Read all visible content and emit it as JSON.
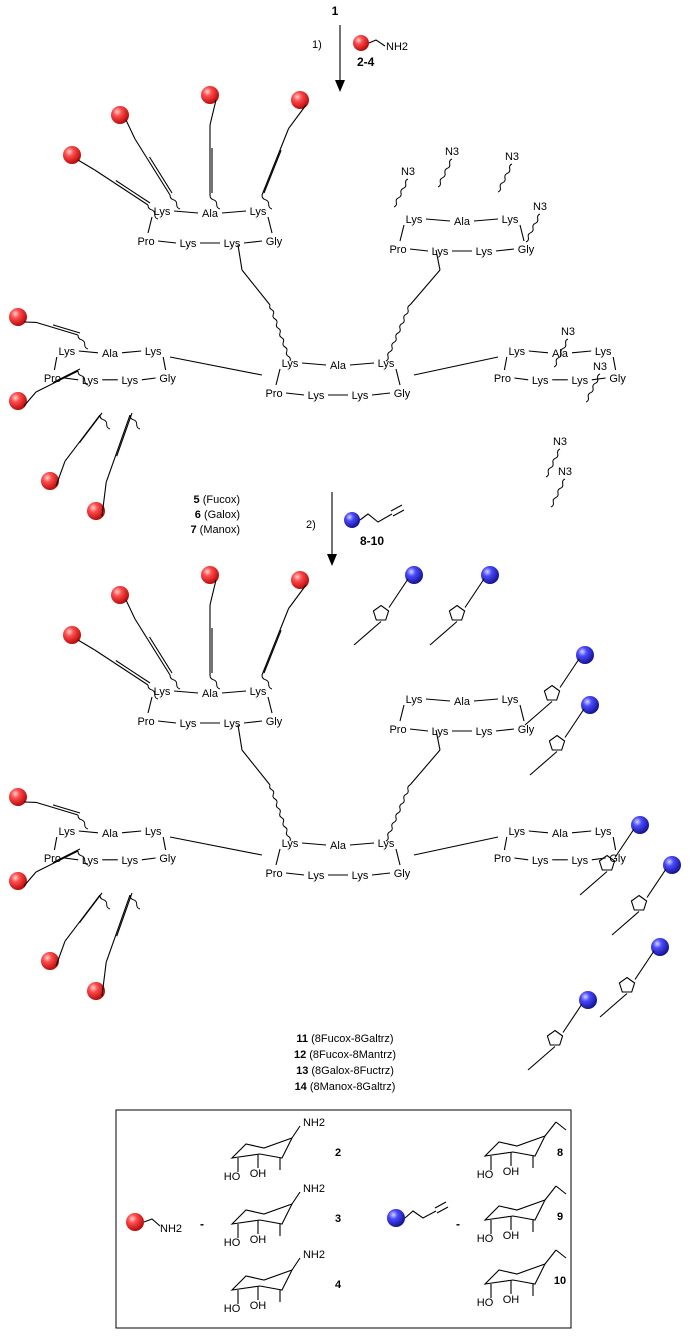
{
  "step1": {
    "compound": "1",
    "number": "1)",
    "reagent_label": "2-4",
    "amine_label": "NH2"
  },
  "step2": {
    "number": "2)",
    "reagent_label": "8-10"
  },
  "intermediates": [
    {
      "num": "5",
      "name": "(Fucox)"
    },
    {
      "num": "6",
      "name": "(Galox)"
    },
    {
      "num": "7",
      "name": "(Manox)"
    }
  ],
  "products": [
    {
      "num": "11",
      "name": "(8Fucox-8Galtrz)"
    },
    {
      "num": "12",
      "name": "(8Fucox-8Mantrz)"
    },
    {
      "num": "13",
      "name": "(8Galox-8Fuctrz)"
    },
    {
      "num": "14",
      "name": "(8Manox-8Galtrz)"
    }
  ],
  "residues": {
    "lys": "Lys",
    "ala": "Ala",
    "gly": "Gly",
    "pro": "Pro",
    "azide": "N3"
  },
  "legend": {
    "equals": "-",
    "red_group": "NH2",
    "amino_sugars": [
      {
        "num": "2",
        "amine": "NH2"
      },
      {
        "num": "3",
        "amine": "NH2"
      },
      {
        "num": "4",
        "amine": "NH2"
      }
    ],
    "alkyne_sugars": [
      {
        "num": "8"
      },
      {
        "num": "9"
      },
      {
        "num": "10"
      }
    ],
    "sugar_labels": {
      "oh": "OH",
      "ho": "HO"
    }
  },
  "colors": {
    "red_sphere": "#e8161c",
    "blue_sphere": "#2424d8",
    "line": "#000000"
  }
}
